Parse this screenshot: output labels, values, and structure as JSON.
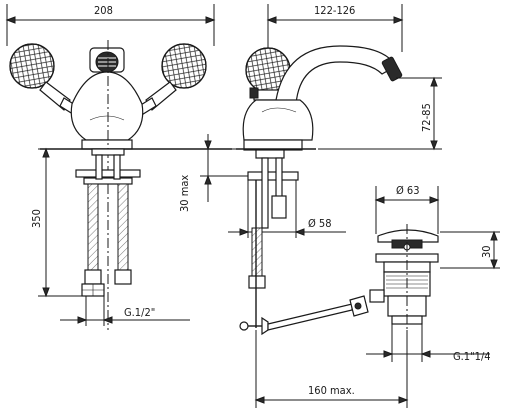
{
  "dimensions": {
    "total_width": "208",
    "spout_reach": "122-126",
    "spout_height": "72-85",
    "max_thickness": "30 max",
    "hose_length": "350",
    "hole_diameter": "Ø 58",
    "waste_diameter": "Ø 63",
    "waste_height": "30",
    "inlet_thread": "G.1/2\"",
    "waste_thread": "G.1\"1/4",
    "rod_length": "160 max."
  }
}
